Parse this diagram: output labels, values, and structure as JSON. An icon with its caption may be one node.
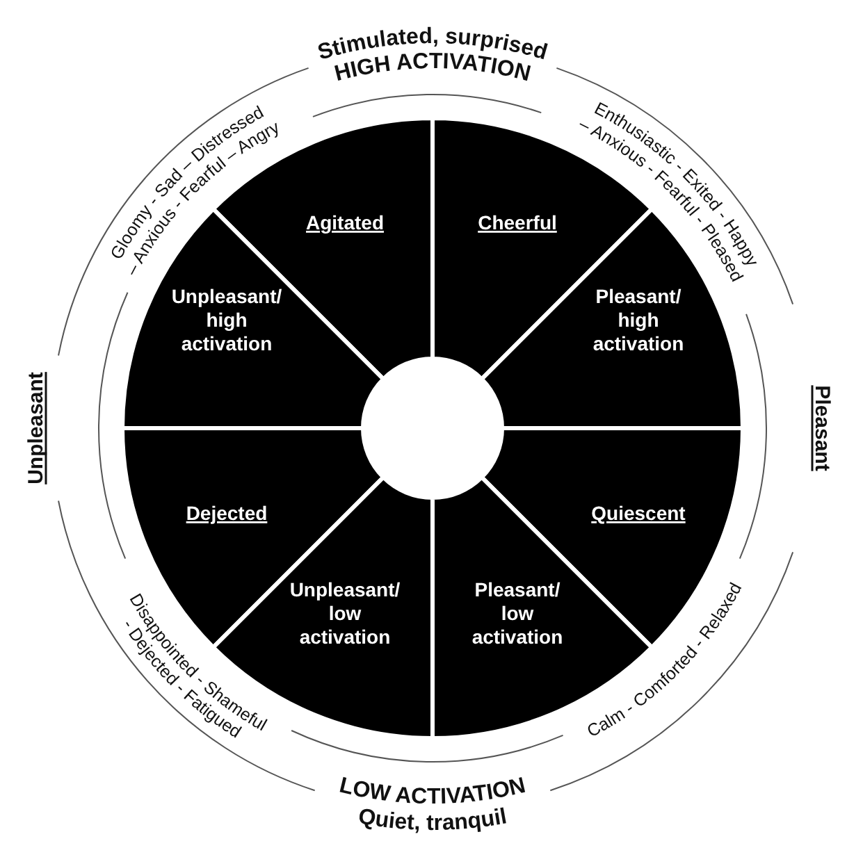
{
  "diagram": {
    "nodes": [
      {
        "text": [
          "Agitated"
        ]
      },
      {
        "text": [
          "Cheerful"
        ]
      },
      {
        "text": [
          "Unpleasant/ high activation"
        ]
      },
      {
        "text": [
          "Pleasant/ high activation"
        ]
      },
      {
        "text": [
          "Dejected"
        ]
      },
      {
        "text": [
          "Quiescent"
        ]
      },
      {
        "text": [
          "Unpleasant/ low activation"
        ]
      },
      {
        "text": [
          "Pleasant/ low activation"
        ]
      }
    ],
    "edges": [],
    "labels": [
      "Stimulated, surprised",
      "HIGH ACTIVATION",
      "Gloomy - Sad – Distressed – Anxious - Fearful – Angry",
      "Enthusiastic - Exited - Happy – Anxious - Fearful - Pleased",
      "Unpleasant",
      "Pleasant",
      "Disappointed - Shameful - Dejected - Fatigued",
      "Calm - Comforted - Relaxed",
      "LOW ACTIVATION",
      "Quiet, tranquil"
    ]
  }
}
